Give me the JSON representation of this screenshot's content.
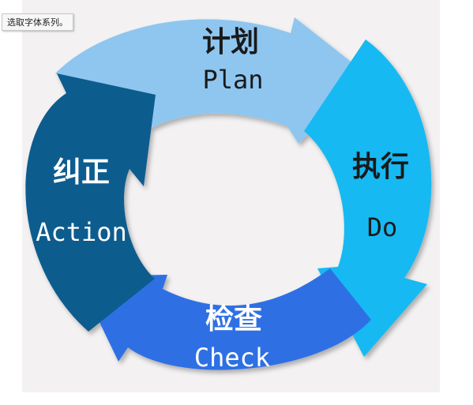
{
  "tooltip": {
    "text": "选取字体系列。"
  },
  "diagram": {
    "title": "",
    "stages": [
      {
        "id": "plan",
        "cn": "计划",
        "en": "Plan",
        "color": "#8ec6f0",
        "text_color": "#1a1a1a"
      },
      {
        "id": "do",
        "cn": "执行",
        "en": "Do",
        "color": "#12b9f2",
        "text_color": "#1a1a1a"
      },
      {
        "id": "check",
        "cn": "检查",
        "en": "Check",
        "color": "#2f6fe4",
        "text_color": "#ffffff"
      },
      {
        "id": "action",
        "cn": "纠正",
        "en": "Action",
        "color": "#0e5c8e",
        "text_color": "#ffffff"
      }
    ]
  }
}
